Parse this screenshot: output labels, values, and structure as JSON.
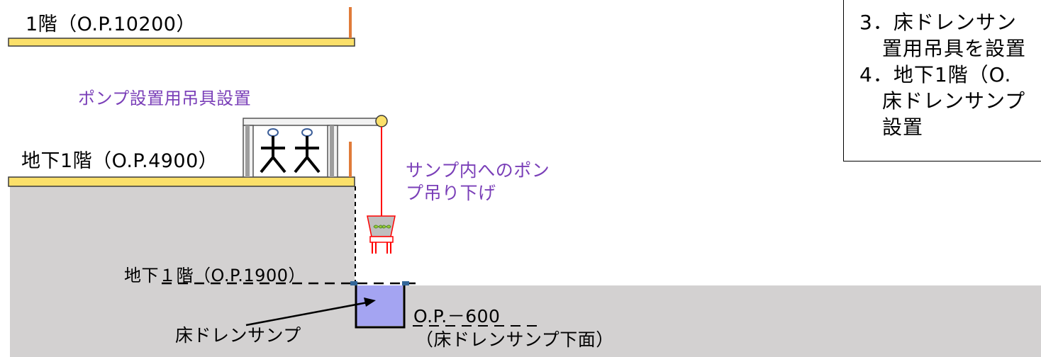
{
  "floors": {
    "floor1": "1階（O.P.10200）",
    "b1": "地下1階（O.P.4900）",
    "b1_lower": "地下１階（O.P.1900）"
  },
  "labels": {
    "hoist_install": "ポンプ設置用吊具設置",
    "pump_lower_line1": "サンプ内へのポン",
    "pump_lower_line2": "プ吊り下げ",
    "sump": "床ドレンサンプ",
    "sump_level_line1": "O.P.－600",
    "sump_level_line2": "（床ドレンサンプ下面）"
  },
  "notes": [
    "3．床ドレンサン",
    "置用吊具を設置",
    "4．地下1階（O.",
    "床ドレンサンプ",
    "設置"
  ],
  "colors": {
    "slab": "#fbe06a",
    "slab_border": "#8a7a2a",
    "ground": "#d3d1d1",
    "orange_post": "#e07b39",
    "frame": "#a6a6a6",
    "hoist_wire": "#ff0000",
    "water": "#a4a4f2",
    "sump_rim": "#336699",
    "purple_text": "#7a3fb8"
  },
  "icons": [
    "worker-icon",
    "pump-icon",
    "pulley-icon"
  ]
}
